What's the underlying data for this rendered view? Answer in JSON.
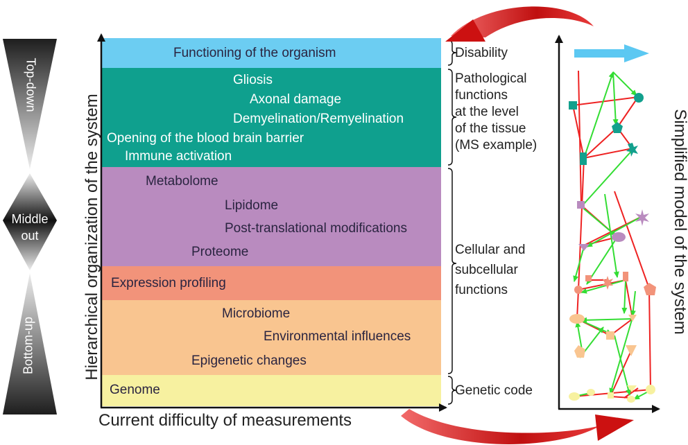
{
  "y_axis_label": "Hierarchical organization of the system",
  "x_axis_label": "Current difficulty of measurements",
  "right_title": "Simplified  model of the system",
  "approaches": {
    "top": "Top-down",
    "middle_line1": "Middle",
    "middle_line2": "out",
    "bottom": "Bottom-up"
  },
  "bands": {
    "organism": {
      "color": "#6ccdf2",
      "items": [
        "Functioning of the organism"
      ]
    },
    "tissue": {
      "color": "#0fa08e",
      "items": [
        "Gliosis",
        "Axonal damage",
        "Demyelination/Remyelination",
        "Opening of the blood brain barrier",
        "Immune activation"
      ]
    },
    "cellular": {
      "color": "#b98bbf",
      "items": [
        "Metabolome",
        "Lipidome",
        "Post-translational modifications",
        "Proteome"
      ]
    },
    "expression": {
      "color": "#f2937a",
      "items": [
        "Expression profiling"
      ]
    },
    "environment": {
      "color": "#f9c590",
      "items": [
        "Microbiome",
        "Environmental influences",
        "Epigenetic changes"
      ]
    },
    "genome": {
      "color": "#f7f1a0",
      "items": [
        "Genome"
      ]
    }
  },
  "bracket_labels": {
    "disability": "Disability",
    "pathological": [
      "Pathological",
      "functions",
      "at the level",
      "of the tissue",
      "(MS example)"
    ],
    "cellular": [
      "Cellular and",
      "subcellular",
      "functions"
    ],
    "genetic": "Genetic code"
  },
  "colors": {
    "network_red": "#ee2222",
    "network_green": "#33dd33",
    "arrow_blue": "#5cc8f2",
    "curved_arrow_red": "#cc1111"
  }
}
